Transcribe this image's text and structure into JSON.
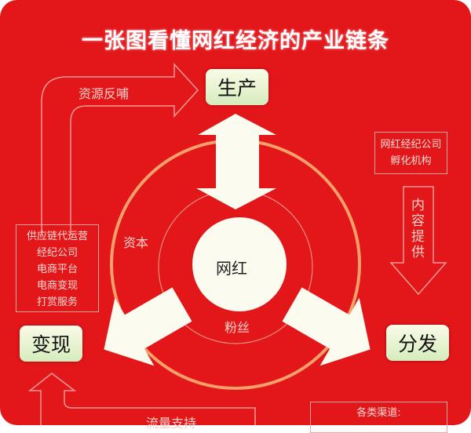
{
  "title": "一张图看懂网红经济的产业链条",
  "stages": {
    "production": "生产",
    "monetization": "变现",
    "distribution": "分发"
  },
  "center": "网红",
  "ring_labels": {
    "capital": "资本",
    "fans": "粉丝"
  },
  "flows": {
    "resource_feedback": "资源反哺",
    "content_supply": "内容提供",
    "traffic_support": "流量支持"
  },
  "left_box": {
    "items": [
      "供应链代运营",
      "经纪公司",
      "电商平台",
      "电商变现",
      "打赏服务"
    ]
  },
  "right_box": {
    "items": [
      "网红经纪公司",
      "孵化机构"
    ]
  },
  "bottom_box": {
    "title": "各类渠道:"
  },
  "colors": {
    "background": "#e3161a",
    "ring": "#f4a06a",
    "stage_box": "#e6f2d0"
  }
}
